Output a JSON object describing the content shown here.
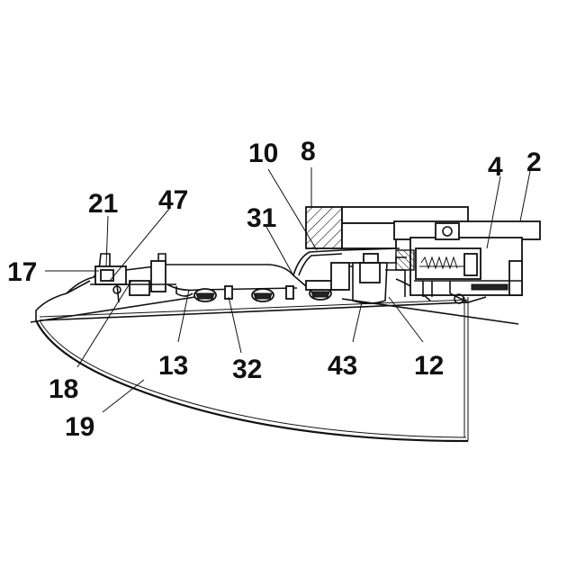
{
  "labels": {
    "l2": "2",
    "l4": "4",
    "l8": "8",
    "l10": "10",
    "l12": "12",
    "l13": "13",
    "l17": "17",
    "l18": "18",
    "l19": "19",
    "l21": "21",
    "l31": "31",
    "l32": "32",
    "l43": "43",
    "l47": "47"
  }
}
